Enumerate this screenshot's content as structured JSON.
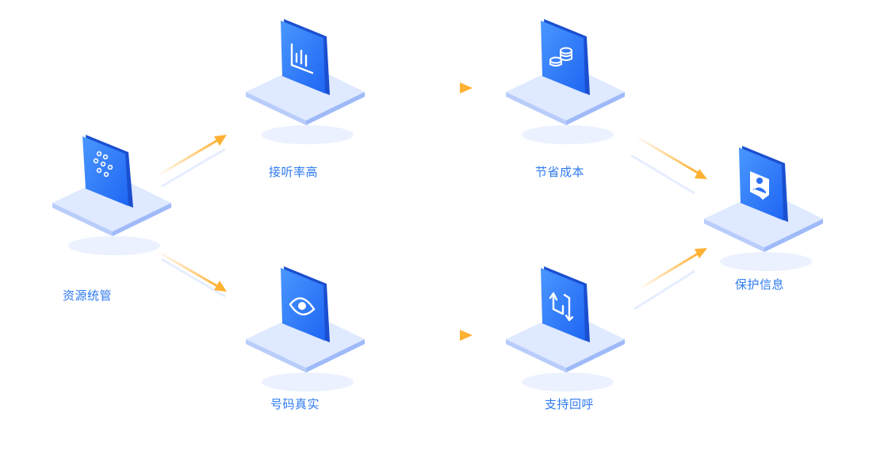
{
  "colors": {
    "tile_top": "#dfe9ff",
    "tile_left": "#b9cdfb",
    "tile_right": "#9fbaf8",
    "card_front_start": "#4a97ff",
    "card_front_end": "#1f66f3",
    "card_side": "#1a4fd0",
    "arrow": "#ffb133",
    "label": "#2f7bf0"
  },
  "nodes": [
    {
      "id": "resource",
      "label": "资源统管",
      "icon": "dots-icon"
    },
    {
      "id": "answer",
      "label": "接听率高",
      "icon": "bar-chart-icon"
    },
    {
      "id": "number",
      "label": "号码真实",
      "icon": "eye-icon"
    },
    {
      "id": "cost",
      "label": "节省成本",
      "icon": "coins-icon"
    },
    {
      "id": "callback",
      "label": "支持回呼",
      "icon": "swap-arrows-icon"
    },
    {
      "id": "protect",
      "label": "保护信息",
      "icon": "user-shield-icon"
    }
  ],
  "edges": [
    {
      "from": "resource",
      "to": "answer"
    },
    {
      "from": "resource",
      "to": "number"
    },
    {
      "from": "answer",
      "to": "cost"
    },
    {
      "from": "number",
      "to": "callback"
    },
    {
      "from": "cost",
      "to": "protect"
    },
    {
      "from": "callback",
      "to": "protect"
    }
  ]
}
